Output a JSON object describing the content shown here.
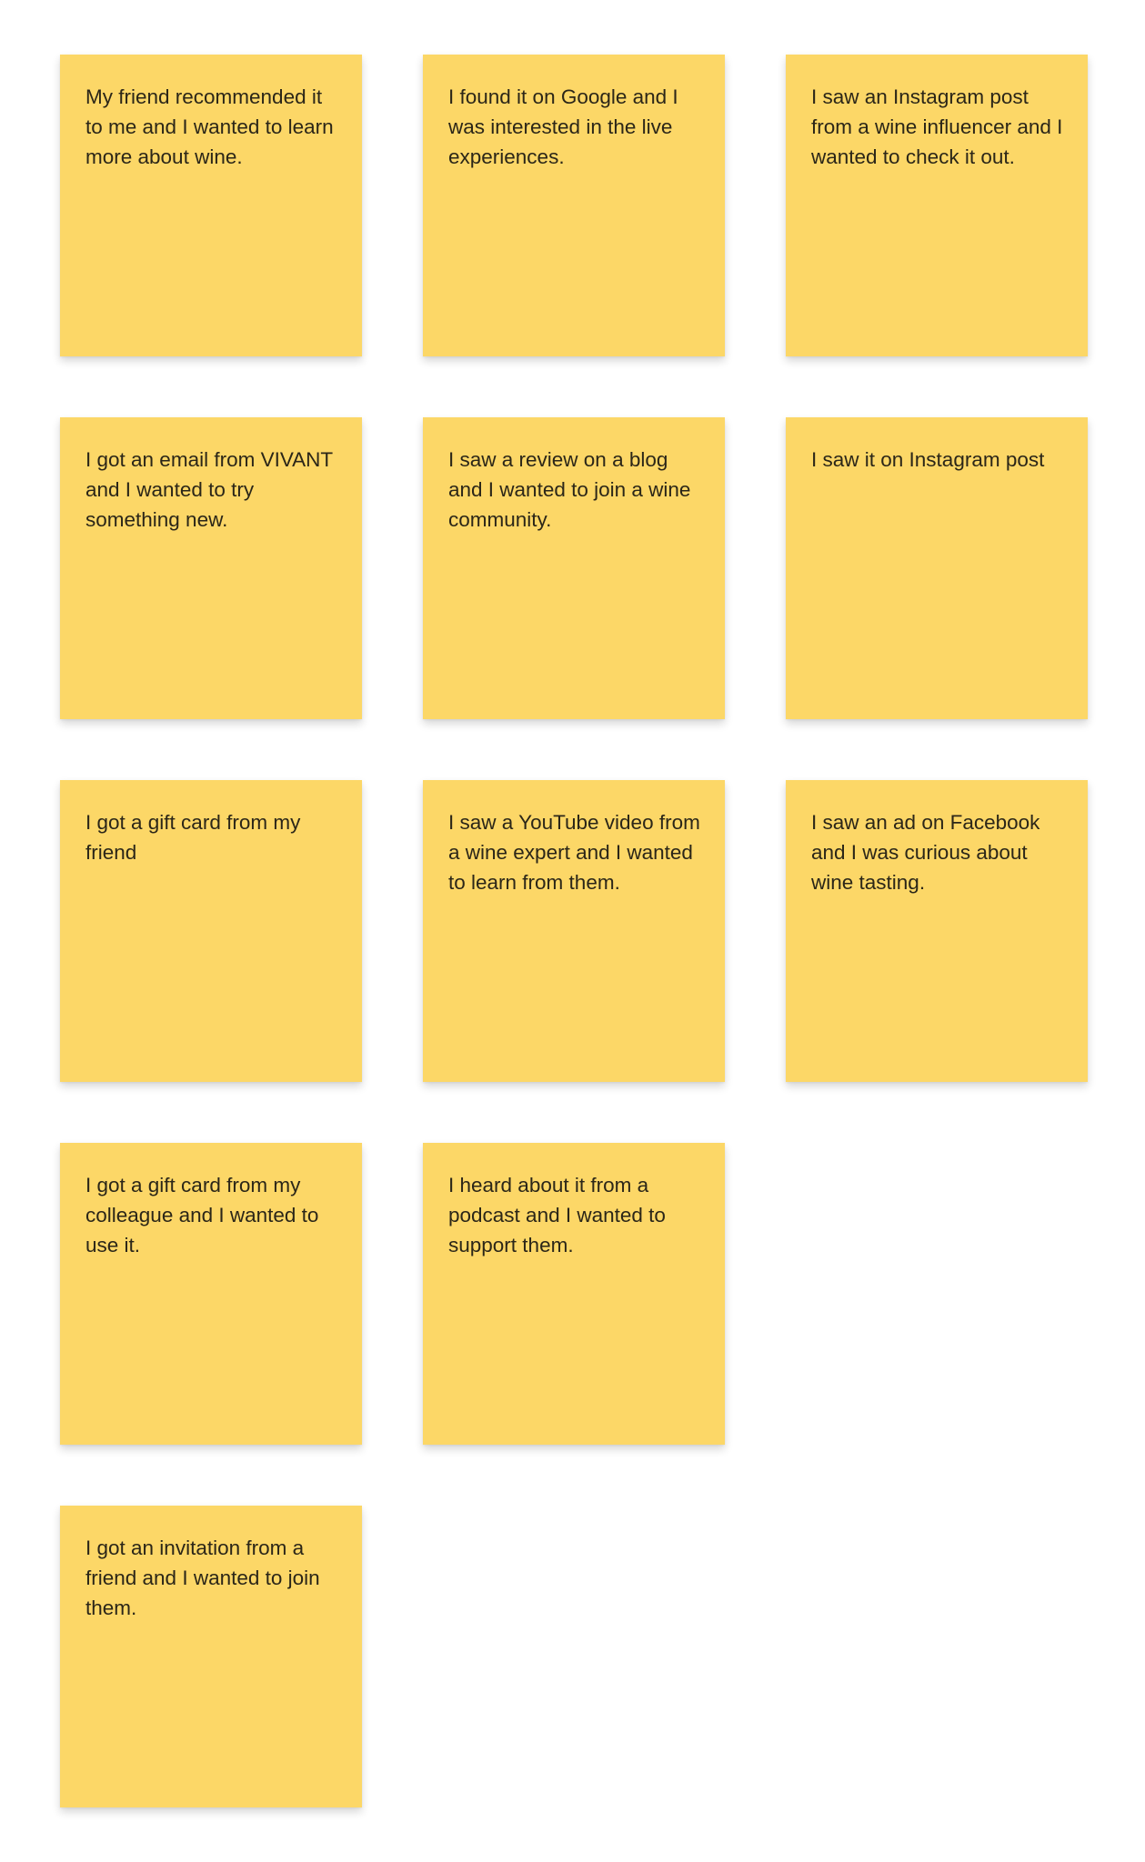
{
  "notes": [
    {
      "text": "My friend recommended it to me and I wanted to learn more about wine."
    },
    {
      "text": "I found it on Google and I was interested in the live experiences."
    },
    {
      "text": "I saw an Instagram post from a wine influencer and I wanted to check it out."
    },
    {
      "text": "I got an email from VIVANT and I wanted to try something new."
    },
    {
      "text": "I saw a review on a blog and I wanted to join a wine community."
    },
    {
      "text": "I saw it on Instagram post"
    },
    {
      "text": "I got a gift card from my friend"
    },
    {
      "text": "I saw a YouTube video from a wine expert and I wanted to learn from them."
    },
    {
      "text": "I saw an ad on Facebook and I was curious about wine tasting."
    },
    {
      "text": "I got a gift card from my colleague and I wanted to use it."
    },
    {
      "text": "I heard about it from a podcast and I wanted to support them."
    },
    {
      "text": "I got an invitation from a friend and I wanted to join them."
    }
  ],
  "colors": {
    "sticky": "#fcd767",
    "text": "#2b2618",
    "background": "#ffffff"
  }
}
